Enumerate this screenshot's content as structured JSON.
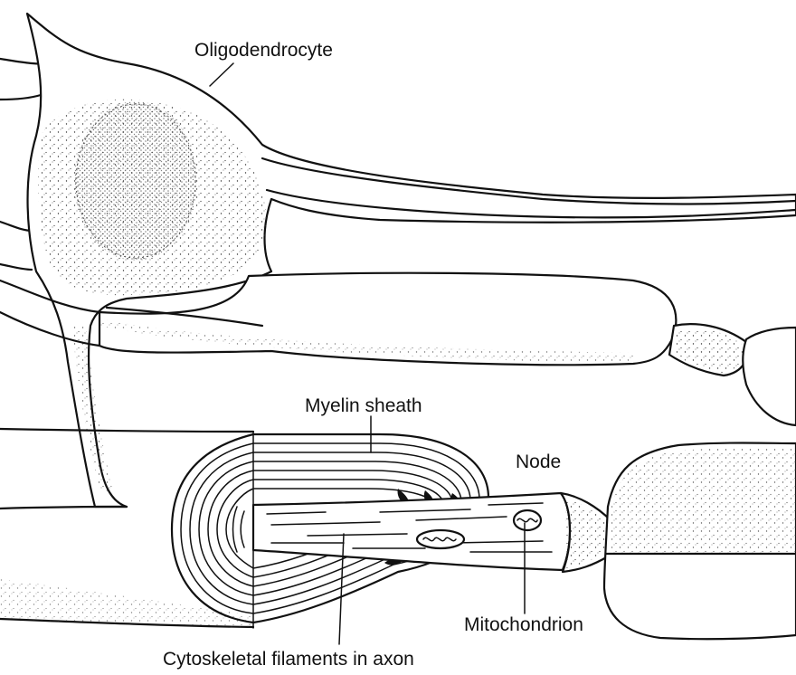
{
  "labels": {
    "oligodendrocyte": "Oligodendrocyte",
    "myelin_sheath": "Myelin sheath",
    "node": "Node",
    "mitochondrion": "Mitochondrion",
    "cytoskeletal_filaments": "Cytoskeletal filaments in axon"
  },
  "colors": {
    "ink": "#111111",
    "paper": "#ffffff"
  }
}
